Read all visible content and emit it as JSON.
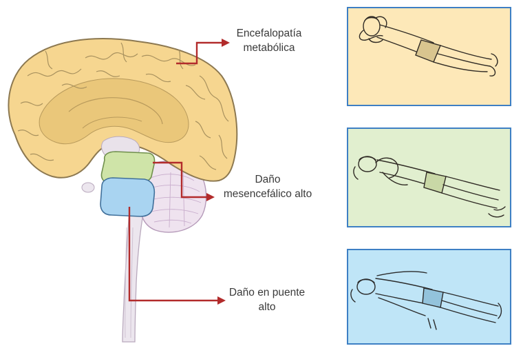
{
  "labels": {
    "metabolic": {
      "line1": "Encefalopatía",
      "line2": "metabólica"
    },
    "midbrain": {
      "line1": "Daño",
      "line2": "mesencefálico alto"
    },
    "pons": {
      "line1": "Daño en puente",
      "line2": "alto"
    }
  },
  "colors": {
    "cerebrum": "#f6d690",
    "cerebrum_dark": "#e8be6d",
    "midbrain": "#cfe4a8",
    "pons": "#a9d4f1",
    "cerebellum": "#efe3ef",
    "brainstem": "#ece6ee",
    "arrow": "#b22b2b",
    "panel_border": "#3d7fc4",
    "panel_metabolic_bg": "#fde8b8",
    "panel_midbrain_bg": "#e1efcf",
    "panel_pons_bg": "#bfe5f7"
  },
  "panels": [
    {
      "name": "decorticate-posture-panel",
      "icon": "decorticate-figure-icon"
    },
    {
      "name": "decerebrate-posture-panel",
      "icon": "decerebrate-figure-icon"
    },
    {
      "name": "flaccid-pons-posture-panel",
      "icon": "extensor-figure-icon"
    }
  ]
}
